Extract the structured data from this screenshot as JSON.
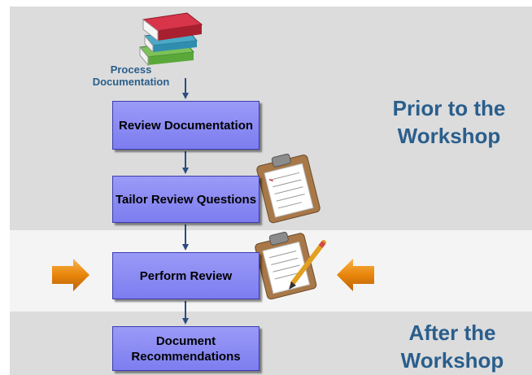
{
  "source": {
    "label": "Process Documentation"
  },
  "steps": [
    {
      "label": "Review Documentation"
    },
    {
      "label": "Tailor Review Questions"
    },
    {
      "label": "Perform Review"
    },
    {
      "label": "Document Recommendations"
    }
  ],
  "phases": {
    "prior": "Prior to the Workshop",
    "after": "After the Workshop"
  },
  "colors": {
    "step_fill": "#8a8af4",
    "phase_text": "#2a5e8c",
    "connector": "#2b4c80",
    "side_arrow": "#e8860a",
    "band_gray": "#dcdcdc"
  },
  "icons": [
    "books-icon",
    "clipboard-icon",
    "clipboard-pencil-icon",
    "right-arrow-icon",
    "left-arrow-icon"
  ]
}
